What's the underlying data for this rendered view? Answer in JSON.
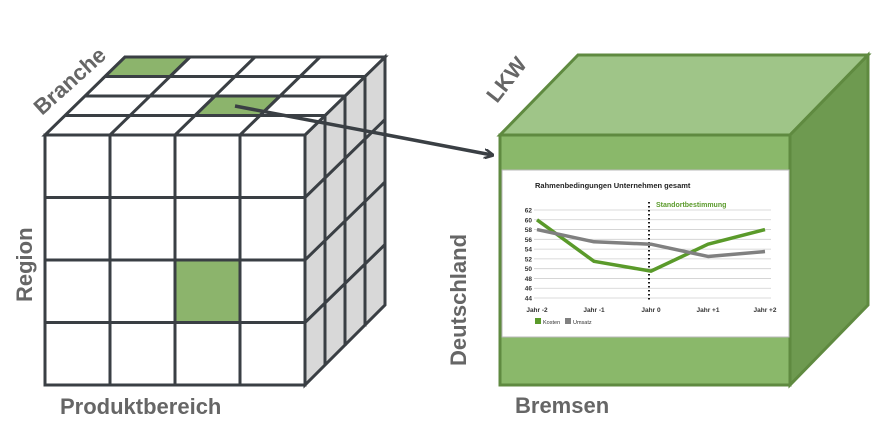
{
  "left_cube": {
    "label_top": "Branche",
    "label_left": "Region",
    "label_bottom": "Produktbereich"
  },
  "right_cube": {
    "label_top": "LKW",
    "label_left": "Deutschland",
    "label_bottom": "Bremsen"
  },
  "colors": {
    "green_highlight": "#8cb46c",
    "cube_green_front": "#8ab86a",
    "cube_green_top": "#9fc588",
    "cube_green_side": "#6e9a50",
    "grid_line": "#3a3f44",
    "side_face": "#d8d8d8",
    "label_gray": "#666666"
  },
  "chart_data": {
    "type": "line",
    "title": "Rahmenbedingungen Unternehmen gesamt",
    "annotation": "Standortbestimmung",
    "categories": [
      "Jahr -2",
      "Jahr -1",
      "Jahr 0",
      "Jahr +1",
      "Jahr +2"
    ],
    "series": [
      {
        "name": "Kosten",
        "color": "#5a9a2a",
        "values": [
          60,
          51.5,
          49.5,
          55,
          58
        ]
      },
      {
        "name": "Umsatz",
        "color": "#808080",
        "values": [
          58,
          55.5,
          55,
          52.5,
          53.5
        ]
      }
    ],
    "yticks": [
      44,
      46,
      48,
      50,
      52,
      54,
      56,
      58,
      60,
      62
    ],
    "ylim": [
      44,
      62
    ],
    "grid": true,
    "legend_position": "bottom-left"
  }
}
